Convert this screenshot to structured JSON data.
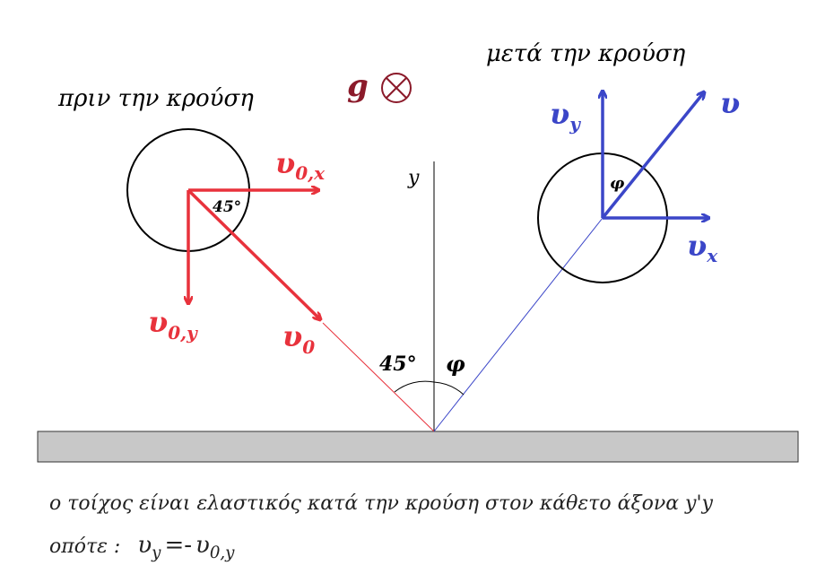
{
  "labels": {
    "before": "πριν την κρούση",
    "after": "μετά την κρούση",
    "g": "g",
    "y_axis": "y",
    "angle_small": "45°",
    "angle_big": "45°",
    "phi_small": "φ",
    "phi_big": "φ"
  },
  "vectors": {
    "v0x": {
      "main": "υ",
      "sub": "0,x"
    },
    "v0y": {
      "main": "υ",
      "sub": "0,y"
    },
    "v0": {
      "main": "υ",
      "sub": "0"
    },
    "vy": {
      "main": "υ",
      "sub": "y"
    },
    "vx": {
      "main": "υ",
      "sub": "x"
    },
    "v": {
      "main": "υ"
    }
  },
  "caption": {
    "line1": "ο τοίχος είναι ελαστικός κατά την κρούση στον κάθετο άξονα y'y",
    "line2_prefix": "οπότε :",
    "formula_lhs": "υ",
    "formula_lhs_sub": "y",
    "formula_eq": "=-",
    "formula_rhs": "υ",
    "formula_rhs_sub": "0,y"
  },
  "colors": {
    "red": "#e8323c",
    "blue": "#3b46c8",
    "wall_fill": "#c8c8c8",
    "black": "#000000"
  }
}
